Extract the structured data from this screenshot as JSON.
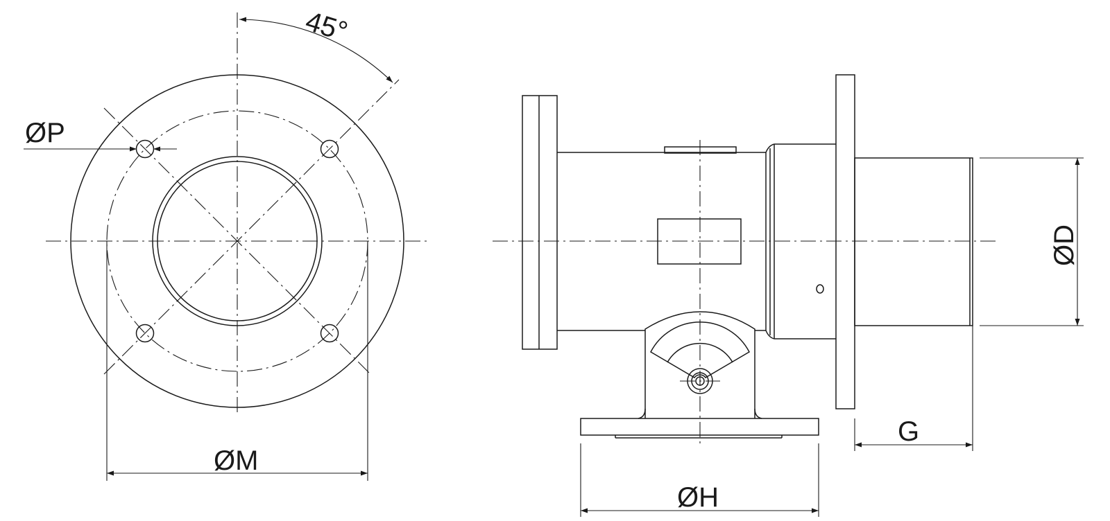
{
  "labels": {
    "angle": "45°",
    "bolt_hole": "ØP",
    "bolt_circle": "ØM",
    "outlet_diameter": "ØD",
    "base_width": "ØH",
    "outlet_length": "G"
  },
  "colors": {
    "line": "#1a1a1a",
    "background": "#ffffff"
  }
}
